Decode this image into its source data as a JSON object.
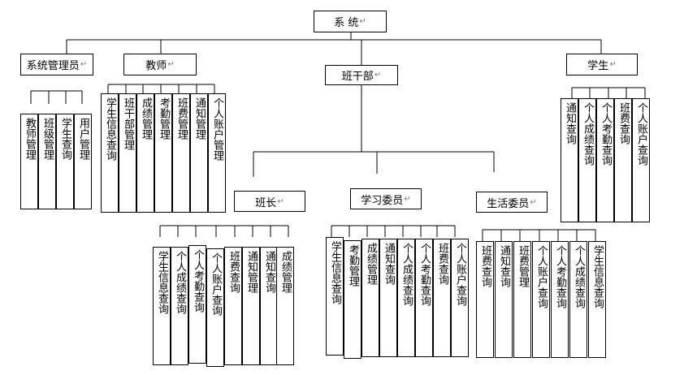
{
  "root": "系 统",
  "groups": {
    "admin": {
      "label": "系统管理员",
      "items": [
        "教师管理",
        "班级管理",
        "学生查询",
        "用户管理"
      ]
    },
    "teacher": {
      "label": "教师",
      "items": [
        "学生信息查询",
        "班干部管理",
        "成绩管理",
        "考勤管理",
        "班费管理",
        "通知管理",
        "个人账户管理"
      ]
    },
    "cadre": {
      "label": "班干部"
    },
    "student": {
      "label": "学生",
      "items": [
        "通知查询",
        "个人成绩查询",
        "个人考勤查询",
        "班费查询",
        "个人账户查询"
      ]
    },
    "monitor": {
      "label": "班长",
      "items": [
        "学生信息查询",
        "个人成绩查询",
        "个人考勤查询",
        "个人账户查询",
        "班费查询",
        "通知管理",
        "通知查询",
        "成绩管理"
      ]
    },
    "study": {
      "label": "学习委员",
      "items": [
        "学生信息查询",
        "考勤管理",
        "成绩管理",
        "通知查询",
        "个人成绩查询",
        "个人考勤查询",
        "班费查询",
        "个人账户查询"
      ]
    },
    "life": {
      "label": "生活委员",
      "items": [
        "班费查询",
        "通知查询",
        "班费管理",
        "个人账户查询",
        "个人考勤查询",
        "个人成绩查询",
        "学生信息查询"
      ]
    }
  },
  "return_mark": "↵"
}
